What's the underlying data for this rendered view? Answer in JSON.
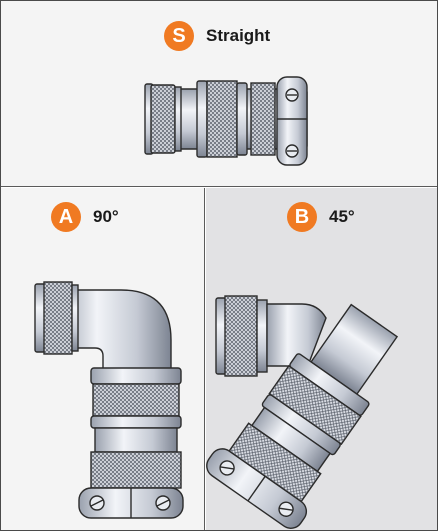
{
  "theme": {
    "accent": "#f07a22",
    "metal_light": "#f2f4f8",
    "metal_mid": "#c5cad4",
    "metal_dark": "#8e95a3",
    "outline": "#2b2b2b"
  },
  "panels": {
    "straight": {
      "badge": "S",
      "label": "Straight",
      "icon": "straight-connector-icon"
    },
    "right_angle": {
      "badge": "A",
      "label": "90°",
      "icon": "90-degree-connector-icon"
    },
    "angled": {
      "badge": "B",
      "label": "45°",
      "icon": "45-degree-connector-icon"
    }
  }
}
